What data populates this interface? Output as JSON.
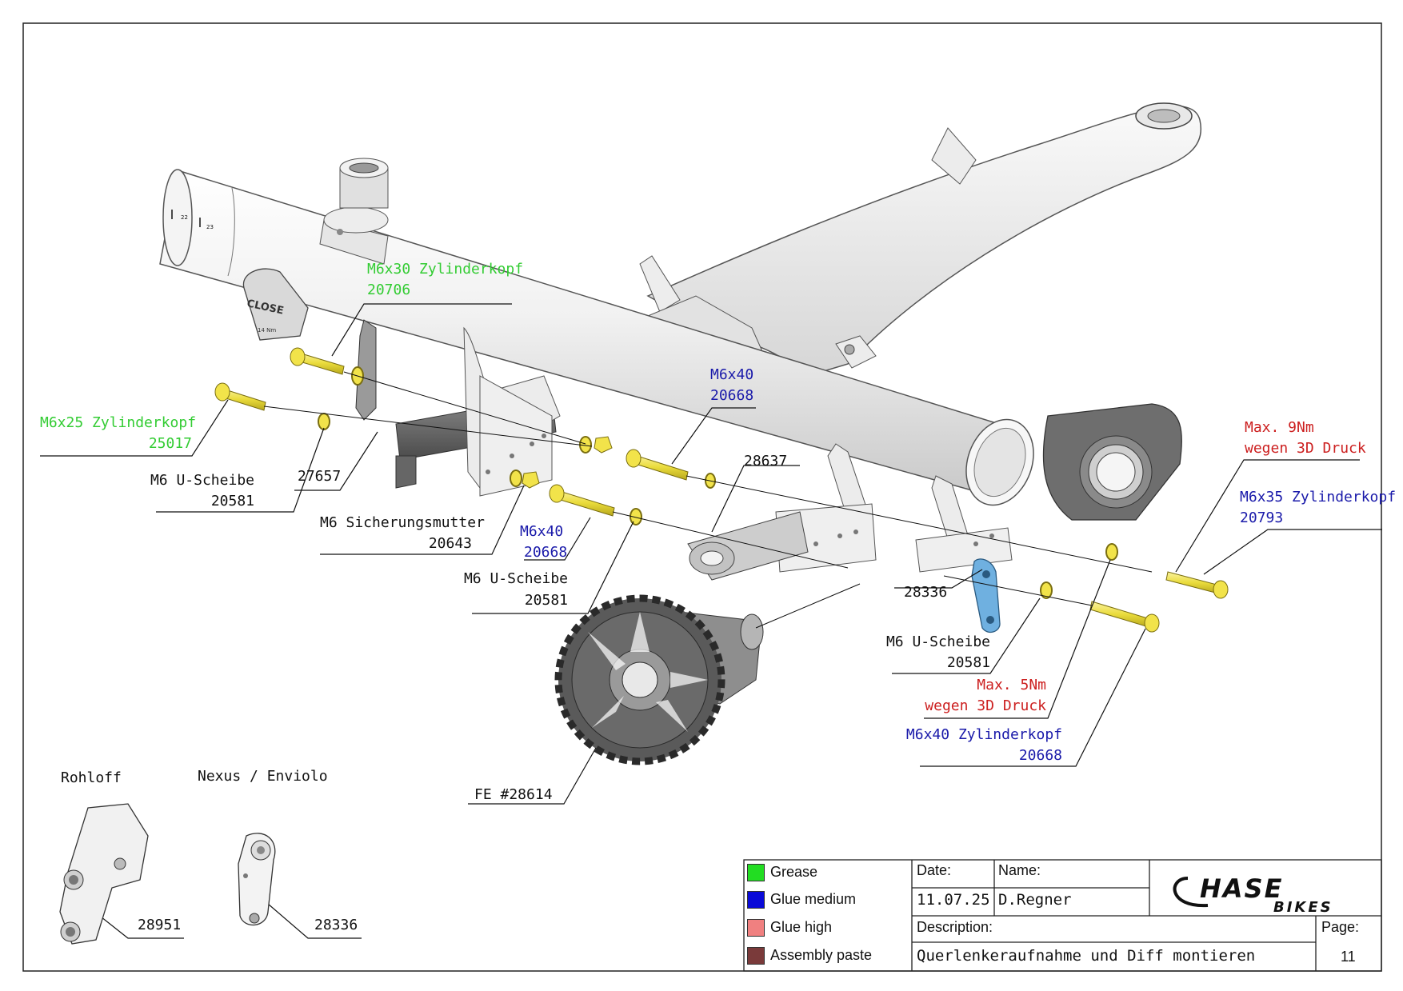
{
  "callouts": {
    "m6x30_name": "M6x30 Zylinderkopf",
    "m6x30_num": "20706",
    "m6x25_name": "M6x25 Zylinderkopf",
    "m6x25_num": "25017",
    "m6_uscheibe_left_name": "M6 U-Scheibe",
    "m6_uscheibe_left_num": "20581",
    "part_27657": "27657",
    "m6_mutter_name": "M6 Sicherungsmutter",
    "m6_mutter_num": "20643",
    "m6x40_top_name": "M6x40",
    "m6x40_top_num": "20668",
    "part_28637": "28637",
    "m6x40_mid_name": "M6x40",
    "m6x40_mid_num": "20668",
    "m6_uscheibe_mid_name": "M6 U-Scheibe",
    "m6_uscheibe_mid_num": "20581",
    "max9_line1": "Max. 9Nm",
    "max9_line2": "wegen 3D Druck",
    "m6x35_name": "M6x35 Zylinderkopf",
    "m6x35_num": "20793",
    "part_28336": "28336",
    "m6_uscheibe_right_name": "M6 U-Scheibe",
    "m6_uscheibe_right_num": "20581",
    "max5_line1": "Max. 5Nm",
    "max5_line2": "wegen 3D Druck",
    "m6x40_right_name": "M6x40 Zylinderkopf",
    "m6x40_right_num": "20668",
    "sprocket": "FE #28614",
    "rohloff": "Rohloff",
    "nexus": "Nexus / Enviolo",
    "part_28951": "28951",
    "part_28336_small": "28336"
  },
  "legend": [
    {
      "label": "Grease",
      "color": "#22dd22"
    },
    {
      "label": "Glue medium",
      "color": "#0a0ad8"
    },
    {
      "label": "Glue high",
      "color": "#f08080"
    },
    {
      "label": "Assembly paste",
      "color": "#7a3a3a"
    }
  ],
  "title_block": {
    "date_label": "Date:",
    "date_value": "11.07.25",
    "name_label": "Name:",
    "name_value": "D.Regner",
    "description_label": "Description:",
    "description_value": "Querlenkeraufnahme und Diff montieren",
    "page_label": "Page:",
    "page_value": "11",
    "logo_main": "HASE",
    "logo_sub": "BIKES"
  },
  "frame_marks": {
    "scale_a": "22",
    "scale_b": "23",
    "close_text": "CLOSE",
    "torque_text": "14 Nm"
  },
  "colors": {
    "grease": "#33cc33",
    "glue_medium": "#1a1aaa",
    "warning": "#cc1f1f",
    "bolt_yellow": "#f2e34a",
    "part_blue": "#6fb0e0"
  }
}
